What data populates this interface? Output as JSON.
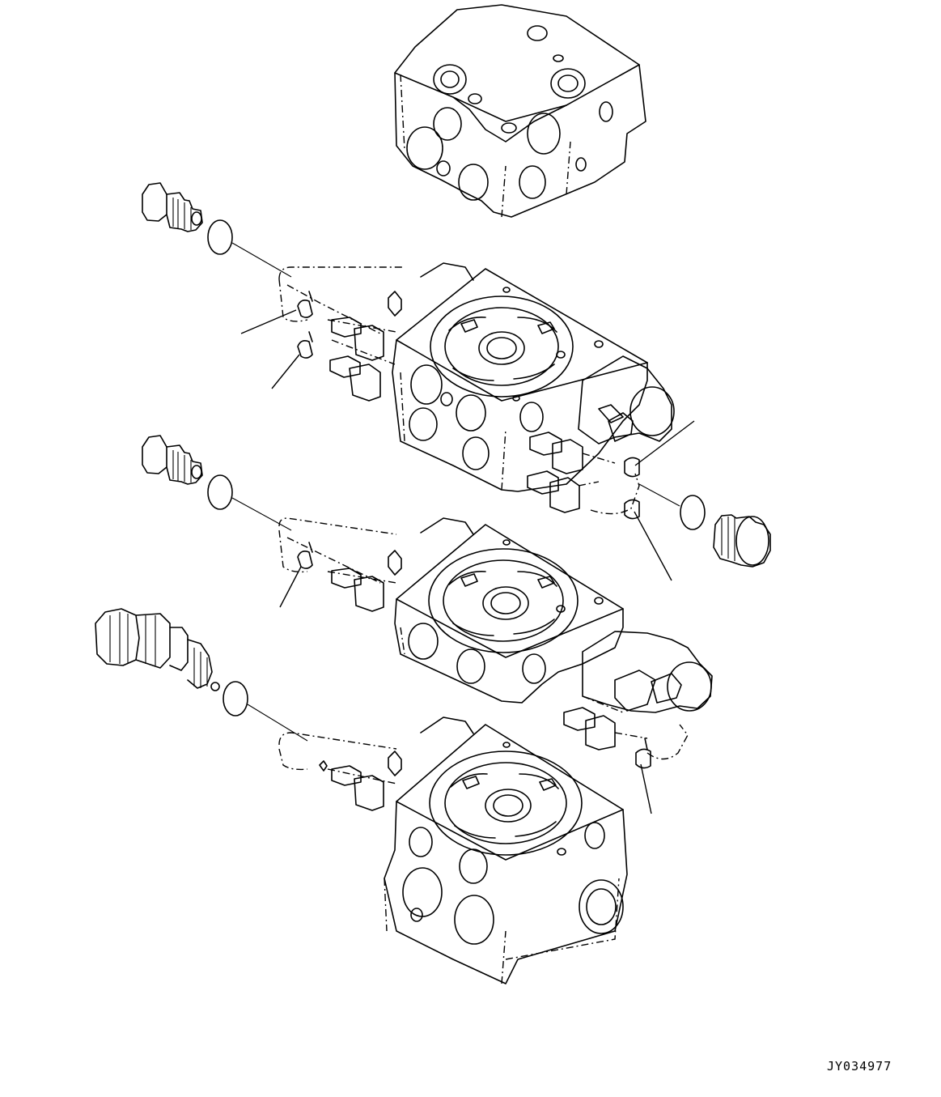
{
  "drawing": {
    "code": "JY034977",
    "parts": [
      {
        "id": "top-end-cover",
        "icon": "valve-cover-icon"
      },
      {
        "id": "valve-section-upper",
        "icon": "valve-section-icon"
      },
      {
        "id": "valve-section-middle",
        "icon": "valve-section-icon"
      },
      {
        "id": "valve-section-lower",
        "icon": "valve-section-icon"
      },
      {
        "id": "plug-upper-left",
        "icon": "plug-icon"
      },
      {
        "id": "plug-middle-left",
        "icon": "plug-icon"
      },
      {
        "id": "plug-right",
        "icon": "plug-icon"
      },
      {
        "id": "relief-valve-left",
        "icon": "relief-valve-icon"
      },
      {
        "id": "o-rings",
        "icon": "o-ring-icon"
      },
      {
        "id": "harness-clips",
        "icon": "clip-icon"
      }
    ],
    "leader_count": 6
  }
}
